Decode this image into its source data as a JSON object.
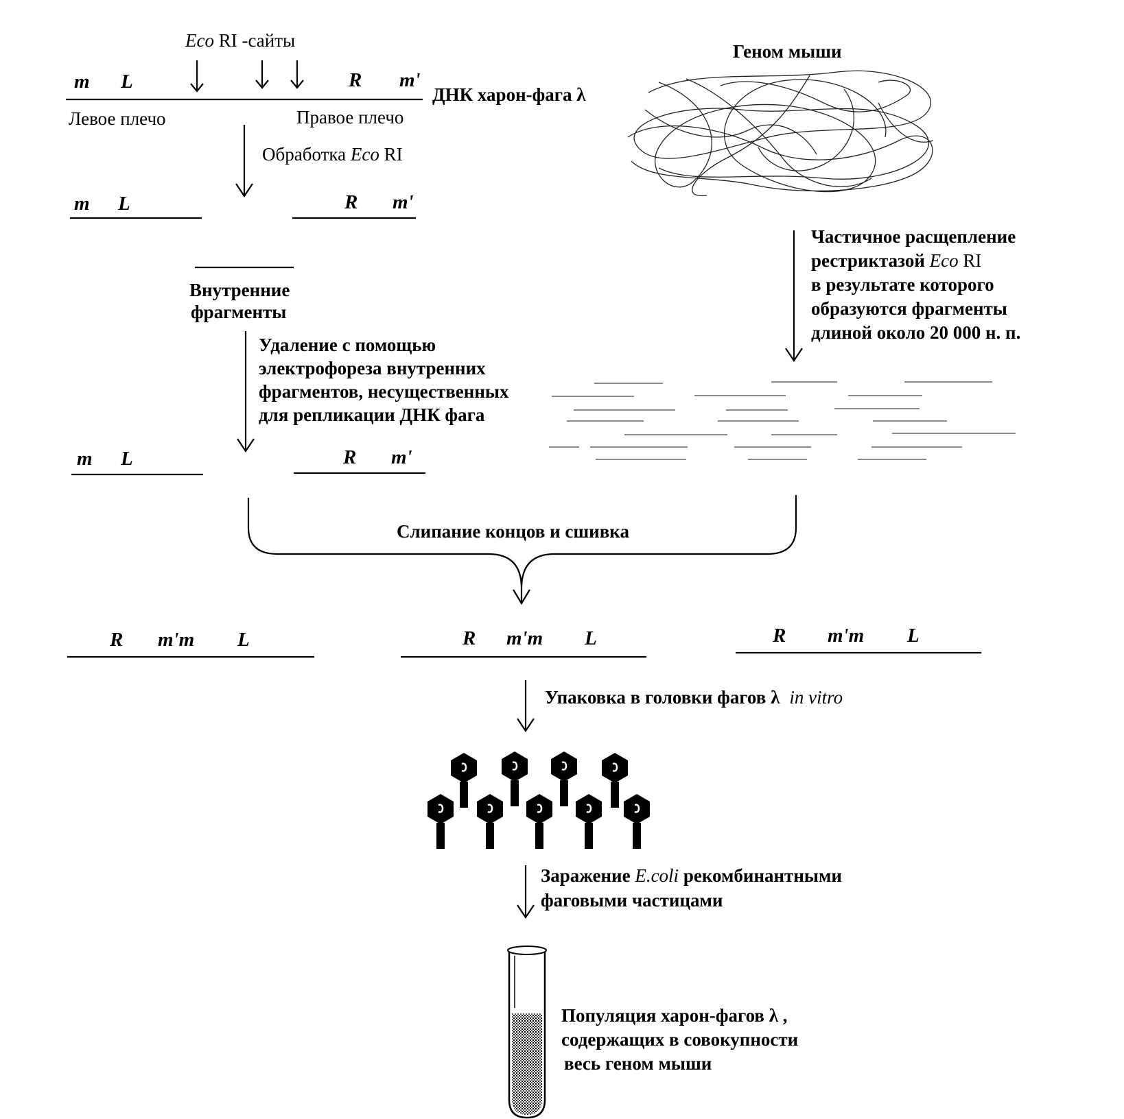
{
  "top": {
    "ecori_sites_italic": "Eco",
    "ecori_sites_rest": " RI -сайты",
    "phage_dna_label": "ДНК харон-фага λ",
    "left_arm": "Левое плечо",
    "right_arm": "Правое плечо"
  },
  "arm_labels": {
    "m": "m",
    "L": "L",
    "R": "R",
    "m_prime": "m'",
    "m_prime_m": "m'm"
  },
  "steps": {
    "ecori_treatment_prefix": "Обработка ",
    "ecori_treatment_italic": "Eco",
    "ecori_treatment_suffix": " RI",
    "internal_fragments_1": "Внутренние",
    "internal_fragments_2": "фрагменты",
    "removal_1": "Удаление с помощью",
    "removal_2": "электрофореза внутренних",
    "removal_3": "фрагментов, несущественных",
    "removal_4": "для репликации ДНК фага",
    "annealing": "Слипание концов и сшивка",
    "packaging_prefix": "Упаковка в головки фагов λ",
    "packaging_italic": "in  vitro",
    "infection_prefix": "Заражение ",
    "infection_italic": "E.coli",
    "infection_suffix": " рекомбинантными",
    "infection_2": "фаговыми частицами"
  },
  "mouse": {
    "genome_title": "Геном мыши",
    "digest_1": "Частичное расщепление",
    "digest_2_prefix": "рестриктазой ",
    "digest_2_italic": "Eco",
    "digest_2_suffix": " RI",
    "digest_3": "в результате которого",
    "digest_4": "образуются фрагменты",
    "digest_5": "длиной около 20 000 н. п."
  },
  "result": {
    "line1": "Популяция харон-фагов λ ,",
    "line2": "содержащих в совокупности",
    "line3": "весь геном мыши"
  }
}
